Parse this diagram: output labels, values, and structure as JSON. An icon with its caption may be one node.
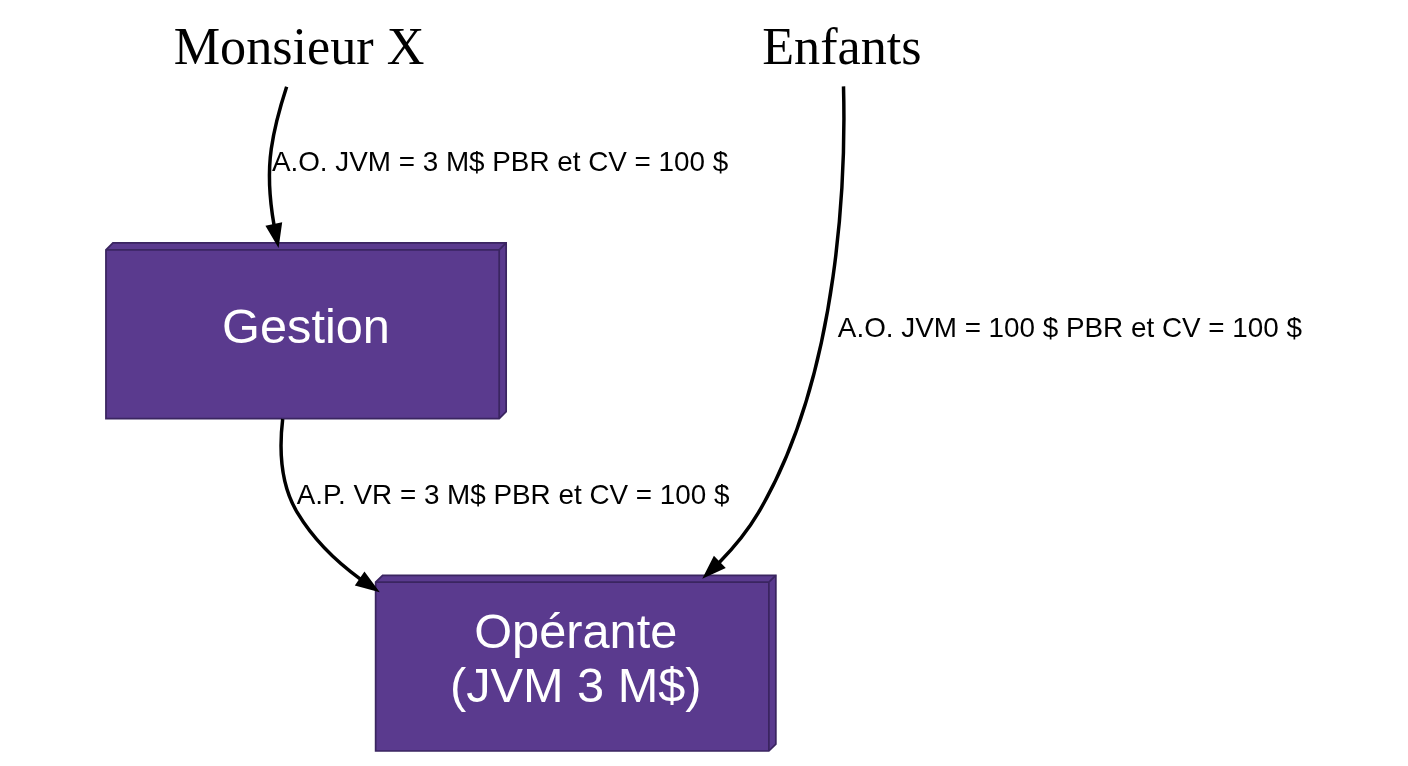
{
  "diagram": {
    "nodes": [
      {
        "text": [
          "Monsieur X"
        ]
      },
      {
        "text": [
          "Enfants"
        ]
      },
      {
        "text": [
          "Gestion"
        ]
      },
      {
        "text": [
          "Opérante",
          "(JVM 3 M$)"
        ]
      }
    ],
    "edges": [
      {
        "from": 0,
        "to": 2,
        "arrow": "to",
        "label": "A.O. JVM = 3 M$ PBR et CV = 100 $"
      },
      {
        "from": 2,
        "to": 3,
        "arrow": "to",
        "label": "A.P. VR = 3 M$ PBR et CV = 100 $"
      },
      {
        "from": 1,
        "to": 3,
        "arrow": "to",
        "label": "A.O. JVM = 100 $ PBR et CV = 100 $"
      }
    ]
  }
}
